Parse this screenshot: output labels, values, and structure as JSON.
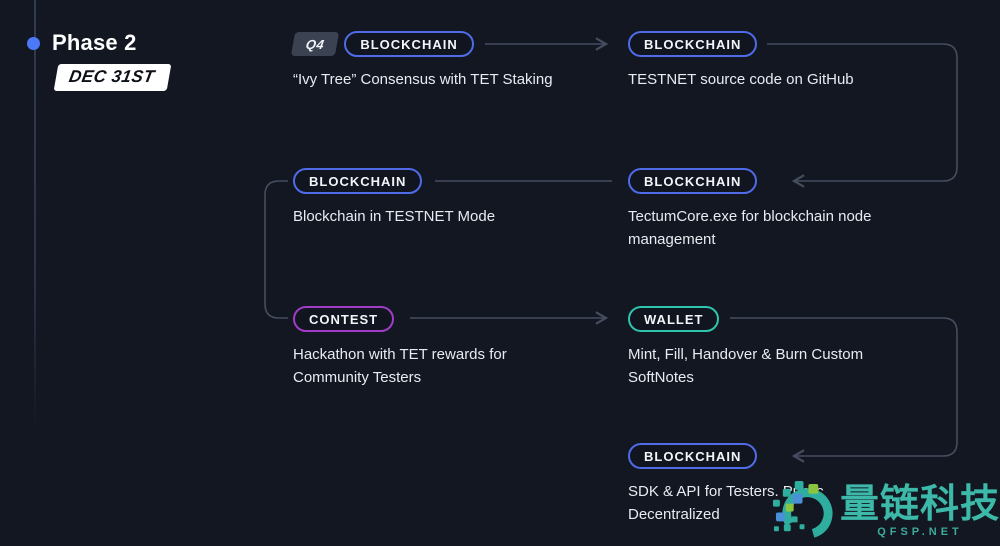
{
  "phase": {
    "title": "Phase 2",
    "date": "DEC 31ST"
  },
  "colors": {
    "bg": "#121722",
    "text": "#e9ebf1",
    "dot": "#4b79f7",
    "connector": "#454d5f",
    "accent_blue": "#4f6be8",
    "accent_purple": "#a03cc6",
    "accent_teal": "#2fc4ad",
    "badge_solid_bg": "#3b4252",
    "wm": "#3cb9a9",
    "wm_dim": "#3fa99b"
  },
  "items": [
    {
      "badges": [
        {
          "label": "Q4",
          "variant": "solid"
        },
        {
          "label": "BLOCKCHAIN",
          "variant": "blue"
        }
      ],
      "text": "“Ivy Tree” Consensus with TET Staking"
    },
    {
      "badges": [
        {
          "label": "BLOCKCHAIN",
          "variant": "blue"
        }
      ],
      "text": "TESTNET source code on GitHub"
    },
    {
      "badges": [
        {
          "label": "BLOCKCHAIN",
          "variant": "blue"
        }
      ],
      "text": "Blockchain in TESTNET Mode"
    },
    {
      "badges": [
        {
          "label": "BLOCKCHAIN",
          "variant": "blue"
        }
      ],
      "text": "TectumCore.exe for blockchain node\nmanagement"
    },
    {
      "badges": [
        {
          "label": "CONTEST",
          "variant": "purple"
        }
      ],
      "text": "Hackathon with TET rewards for\nCommunity Testers"
    },
    {
      "badges": [
        {
          "label": "WALLET",
          "variant": "teal"
        }
      ],
      "text": "Mint, Fill, Handover & Burn Custom\nSoftNotes"
    },
    {
      "badges": [
        {
          "label": "BLOCKCHAIN",
          "variant": "blue"
        }
      ],
      "text": "SDK & API for Testers. Public\nDecentralized"
    }
  ],
  "watermark": {
    "brand": "量链科技",
    "domain": "QFSP.NET"
  }
}
